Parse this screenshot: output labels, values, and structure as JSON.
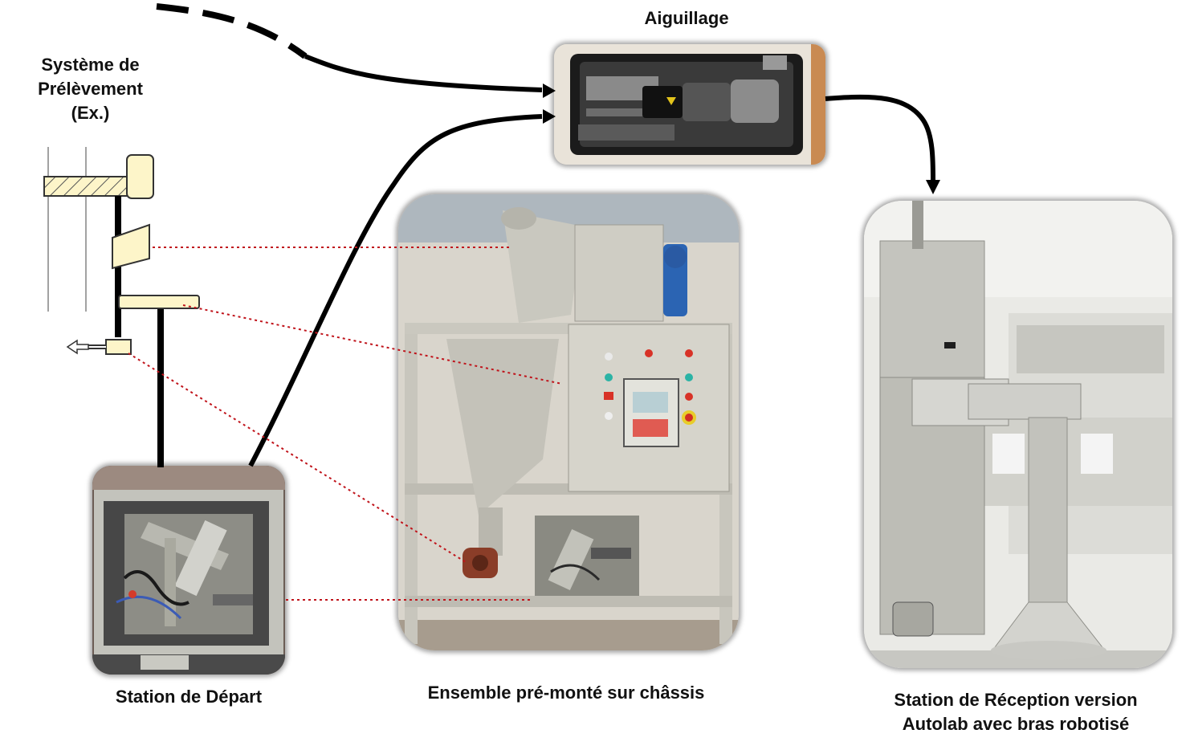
{
  "labels": {
    "sampling_system": [
      "Système de",
      "Prélèvement",
      "(Ex.)"
    ],
    "switch": "Aiguillage",
    "departure_station": "Station de Départ",
    "chassis_assembly": "Ensemble pré-monté sur châssis",
    "reception_station": [
      "Station de Réception version",
      "Autolab avec bras robotisé"
    ]
  },
  "colors": {
    "line": "#000000",
    "dotted_link": "#c0141b",
    "schematic_fill": "#fdf5c9",
    "machine_grey": "#cfcfc9"
  }
}
